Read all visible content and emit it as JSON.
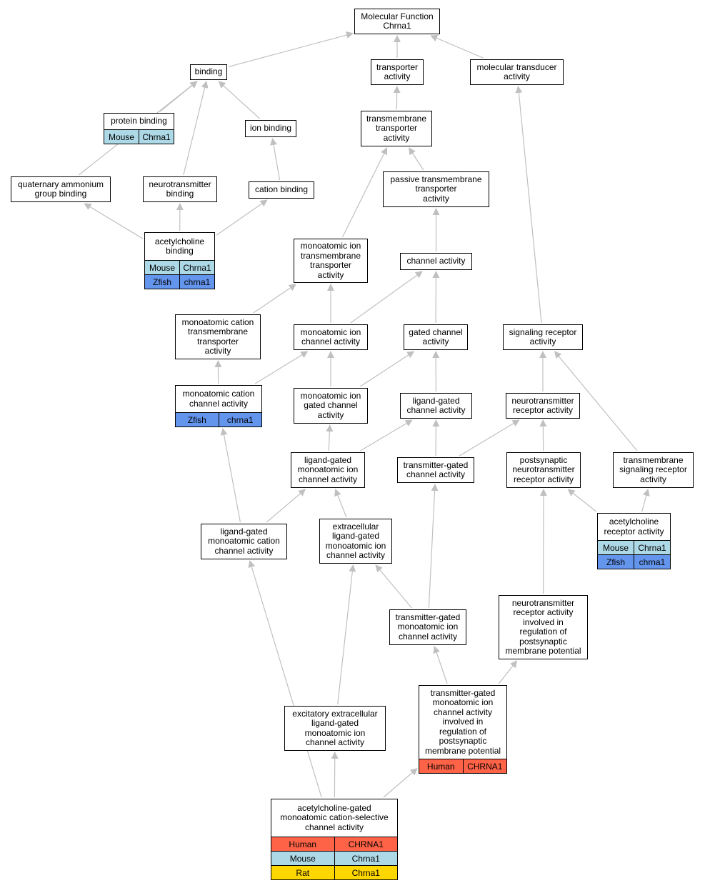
{
  "species_colors": {
    "Human": "#ff6347",
    "Mouse": "#add8e6",
    "Rat": "#ffd700",
    "Zfish": "#6495ed"
  },
  "edge_color": "#c0c0c0",
  "nodes": {
    "mf": {
      "label": "Molecular Function\nChrna1"
    },
    "binding": {
      "label": "binding"
    },
    "transporter": {
      "label": "transporter\nactivity"
    },
    "moltrans": {
      "label": "molecular transducer\nactivity"
    },
    "protbind": {
      "label": "protein binding",
      "annotations": [
        [
          "Mouse",
          "Chrna1"
        ]
      ]
    },
    "ionbind": {
      "label": "ion binding"
    },
    "tmtrans": {
      "label": "transmembrane\ntransporter\nactivity"
    },
    "quat": {
      "label": "quaternary ammonium\ngroup binding"
    },
    "ntbind": {
      "label": "neurotransmitter\nbinding"
    },
    "cationbind": {
      "label": "cation binding"
    },
    "passive": {
      "label": "passive transmembrane\ntransporter\nactivity"
    },
    "achbind": {
      "label": "acetylcholine\nbinding",
      "annotations": [
        [
          "Mouse",
          "Chrna1"
        ],
        [
          "Zfish",
          "chrna1"
        ]
      ]
    },
    "monoiontm": {
      "label": "monoatomic ion\ntransmembrane\ntransporter\nactivity"
    },
    "channel": {
      "label": "channel activity"
    },
    "monocattm": {
      "label": "monoatomic cation\ntransmembrane\ntransporter\nactivity"
    },
    "monoionch": {
      "label": "monoatomic ion\nchannel activity"
    },
    "gatedch": {
      "label": "gated channel\nactivity"
    },
    "sigrec": {
      "label": "signaling receptor\nactivity"
    },
    "monocatch": {
      "label": "monoatomic cation\nchannel activity",
      "annotations": [
        [
          "Zfish",
          "chrna1"
        ]
      ]
    },
    "monoiongated": {
      "label": "monoatomic ion\ngated channel\nactivity"
    },
    "lgch": {
      "label": "ligand-gated\nchannel activity"
    },
    "ntrec": {
      "label": "neurotransmitter\nreceptor activity"
    },
    "lgmono": {
      "label": "ligand-gated\nmonoatomic ion\nchannel activity"
    },
    "tgch": {
      "label": "transmitter-gated\nchannel activity"
    },
    "postsyn": {
      "label": "postsynaptic\nneurotransmitter\nreceptor activity"
    },
    "tmsigrec": {
      "label": "transmembrane\nsignaling receptor\nactivity"
    },
    "lgmonocat": {
      "label": "ligand-gated\nmonoatomic cation\nchannel activity"
    },
    "extra": {
      "label": "extracellular\nligand-gated\nmonoatomic ion\nchannel activity"
    },
    "achrec": {
      "label": "acetylcholine\nreceptor activity",
      "annotations": [
        [
          "Mouse",
          "Chrna1"
        ],
        [
          "Zfish",
          "chrna1"
        ]
      ]
    },
    "ntrecinv": {
      "label": "neurotransmitter\nreceptor activity\ninvolved in\nregulation of\npostsynaptic\nmembrane potential"
    },
    "tgmono": {
      "label": "transmitter-gated\nmonoatomic ion\nchannel activity"
    },
    "tgmonoinv": {
      "label": "transmitter-gated\nmonoatomic ion\nchannel activity\ninvolved in\nregulation of\npostsynaptic\nmembrane potential",
      "annotations": [
        [
          "Human",
          "CHRNA1"
        ]
      ]
    },
    "excit": {
      "label": "excitatory extracellular\nligand-gated\nmonoatomic ion\nchannel activity"
    },
    "achgated": {
      "label": "acetylcholine-gated\nmonoatomic cation-selective\nchannel activity",
      "annotations": [
        [
          "Human",
          "CHRNA1"
        ],
        [
          "Mouse",
          "Chrna1"
        ],
        [
          "Rat",
          "Chrna1"
        ]
      ]
    }
  }
}
